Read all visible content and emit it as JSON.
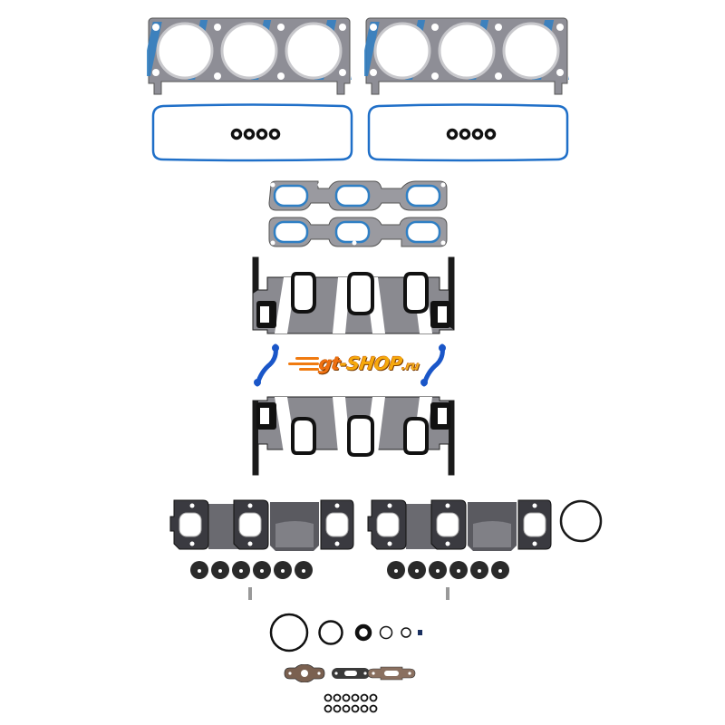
{
  "image": {
    "description": "Engine cylinder head gasket set laid out on white background",
    "background": "#ffffff"
  },
  "watermark": {
    "text_prefix": "gt",
    "text_main": "-SHOP",
    "text_suffix": ".ru",
    "colors": {
      "orange": "#f07010",
      "yellow": "#f6a90c",
      "outline": "#7a3a00"
    }
  },
  "parts": {
    "head_gaskets": {
      "count": 2,
      "cylinders_each": 3,
      "colors": {
        "steel": "#8e8e96",
        "blue": "#2f7fc4"
      }
    },
    "valve_cover_gaskets": {
      "count": 2,
      "color": "#1f6fc8",
      "grommets_each": 4
    },
    "intake_upper_gaskets": {
      "count": 2,
      "ports_each": 3
    },
    "intake_lower_gaskets": {
      "count": 2
    },
    "coolant_tubes": {
      "count": 2,
      "color": "#1a56c8"
    },
    "exhaust_manifold_gaskets": {
      "count": 2,
      "ports_each": 3
    },
    "large_o_ring": {
      "count": 1
    },
    "valve_stem_seals": {
      "rows": 2,
      "per_row": 6
    },
    "dowel_pins": {
      "count": 2
    },
    "small_o_rings": {
      "count": 6
    },
    "egr_gaskets": {
      "count": 3,
      "colors": [
        "#7a6050",
        "#3a3a3a",
        "#8a7060"
      ]
    },
    "tiny_o_rings": {
      "rows": 2,
      "per_row": 6
    }
  }
}
